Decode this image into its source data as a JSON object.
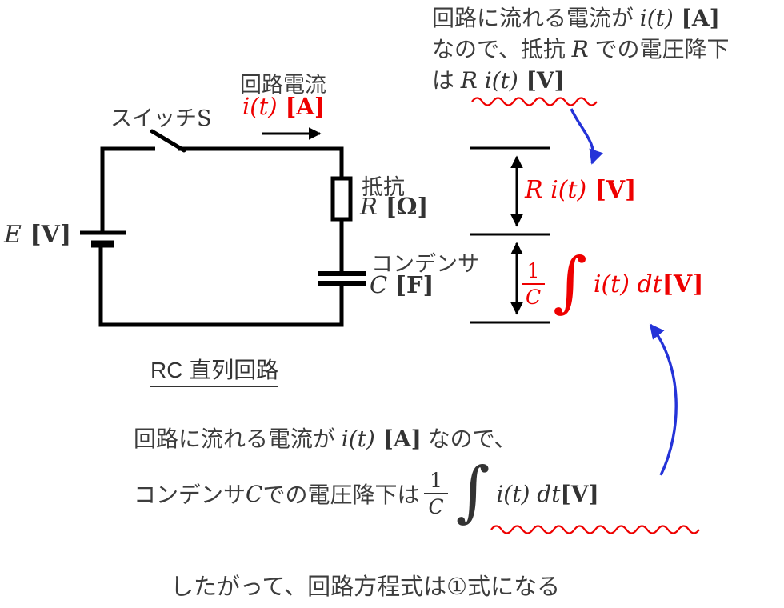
{
  "colors": {
    "accent_red": "#ee0000",
    "arrow_blue": "#2433d8",
    "ink": "#333333",
    "text_gray": "#3d3d3d",
    "wire_black": "#000000"
  },
  "top_note": {
    "l1a": "回路に流れる電流が ",
    "l1b": "i(t)",
    "l1c": " [A]",
    "l2a": "なので、抵抗 ",
    "l2b": "R",
    "l2c": " での電圧降下",
    "l3a": "は ",
    "l3b": "R i(t)",
    "l3c": " [V]"
  },
  "circuit": {
    "current_label": "回路電流",
    "current_math": "i(t)",
    "current_unit": " [A]",
    "switch_jp": "スイッチ",
    "switch_math": "S",
    "source_math": "E",
    "source_unit": " [V]",
    "resistor_jp": "抵抗",
    "resistor_math": "R",
    "resistor_unit": " [Ω]",
    "capacitor_jp": "コンデンサ",
    "capacitor_math": "C",
    "capacitor_unit": " [F]",
    "caption": "RC 直列回路"
  },
  "voltage_levels": {
    "vr_math": "R i(t)",
    "vr_unit": " [V]",
    "vc_num": "1",
    "vc_den": "C",
    "vc_integral": "∫",
    "vc_math": "i(t) dt",
    "vc_unit": " [V]"
  },
  "bottom_note": {
    "l1a": "回路に流れる電流が ",
    "l1b": "i(t)",
    "l1c": " [A]",
    "l1d": " なので、",
    "l2a": "コンデンサ ",
    "l2b": "C",
    "l2c": " での電圧降下は",
    "f_num": "1",
    "f_den": "C",
    "f_integral": "∫",
    "f_math": "i(t) dt",
    "f_unit": " [V]"
  },
  "conclusion": "したがって、回路方程式は①式になる"
}
